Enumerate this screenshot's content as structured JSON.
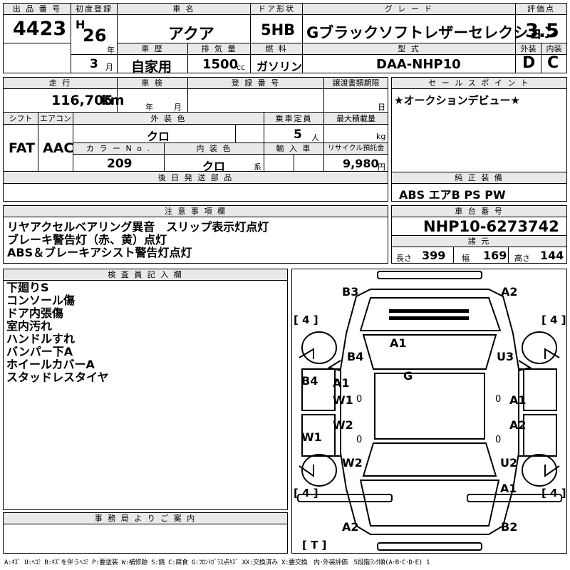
{
  "header": {
    "lot_no_label": "出 品 番 号",
    "lot_no": "4423",
    "first_reg_label": "初度登録",
    "era": "H",
    "reg_year": "26",
    "year_unit": "年",
    "reg_month": "3",
    "month_unit": "月",
    "car_name_label": "車 名",
    "car_name": "アクア",
    "door_label": "ドア形状",
    "door": "5HB",
    "grade_label": "グ レ ー ド",
    "grade": "Gブラックソフトレザーセレクション",
    "score_label": "評価点",
    "score": "3.5",
    "history_label": "車 歴",
    "history": "自家用",
    "displacement_label": "排 気 量",
    "displacement": "1500",
    "displacement_unit": "cc",
    "fuel_label": "燃 料",
    "fuel": "ガソリン",
    "model_label": "型 式",
    "model": "DAA-NHP10",
    "exterior_label": "外装",
    "exterior": "D",
    "interior_label": "内装",
    "interior": "C"
  },
  "row2": {
    "mileage_label": "走 行",
    "mileage": "116,705",
    "mileage_unit": "km",
    "inspection_label": "車 検",
    "year_unit": "年",
    "month_unit": "月",
    "plate_label": "登 録 番 号",
    "transfer_label": "譲渡書類期限",
    "day_unit": "日",
    "sales_label": "セ ー ル ス ポ イ ン ト",
    "sales_point": "★オークションデビュー★"
  },
  "row3": {
    "shift_label": "シフト",
    "shift": "FAT",
    "ac_label": "エアコン",
    "ac": "AAC",
    "color_label": "外 装 色",
    "color": "クロ",
    "capacity_label": "乗車定員",
    "capacity": "5",
    "capacity_unit": "人",
    "load_label": "最大積載量",
    "load_unit": "kg",
    "color_no_label": "カ ラ ー N o .",
    "color_no": "209",
    "int_color_label": "内 装 色",
    "int_color": "クロ",
    "int_color_unit": "系",
    "import_label": "輸 入 車",
    "recycle_label": "リサイクル預託金",
    "recycle": "9,980",
    "recycle_unit": "円"
  },
  "parts": {
    "parts_label": "後 日 発 送 部 品",
    "equip_label": "純 正 装 備",
    "equip": "ABS エアB PS PW"
  },
  "notes": {
    "label": "注 意 事 項 欄",
    "lines": [
      "リヤアクセルベアリング異音　スリップ表示灯点灯",
      "ブレーキ警告灯（赤、黄）点灯",
      "ABS＆ブレーキアシスト警告灯点灯"
    ]
  },
  "chassis": {
    "label": "車 台 番 号",
    "number": "NHP10-6273742",
    "spec_label": "諸 元",
    "length_label": "長さ",
    "length": "399",
    "width_label": "幅",
    "width": "169",
    "height_label": "高さ",
    "height": "144"
  },
  "inspector": {
    "label": "検 査 員 記 入 欄",
    "lines": [
      "下廻りS",
      "コンソール傷",
      "ドア内張傷",
      "室内汚れ",
      "ハンドルすれ",
      "バンパー下A",
      "ホイールカバーA",
      "スタッドレスタイヤ"
    ]
  },
  "diagram": {
    "marks": {
      "b3": "B3",
      "a2_top": "A2",
      "a1_roof": "A1",
      "b4_hood": "B4",
      "u3": "U3",
      "g": "G",
      "b4_side": "B4",
      "a1_left": "A1",
      "w1_left": "W1",
      "zero1": "0",
      "a1_right": "A1",
      "zero2": "0",
      "w2_left": "W2",
      "zero3": "0",
      "a2_right": "A2",
      "w1_bottom": "W1",
      "w2_bottom": "W2",
      "zero4": "0",
      "u2": "U2",
      "a1_bottom": "A1",
      "a2_bottom": "A2",
      "b2": "B2"
    },
    "tires": {
      "front_left": "[ 4 ]",
      "front_right": "[ 4 ]",
      "rear_left": "[ 4 ]",
      "rear_right": "[ 4 ]",
      "spare": "[ T ]"
    }
  },
  "office": {
    "label": "事 務 局 よ り ご 案 内"
  },
  "legend": {
    "text": "A:ｷｽﾞ U:ﾍｺﾐ B:ｷｽﾞを伴うﾍｺﾐ P:要塗装 W:補修跡 S:錆 C:腐食 G:ﾌﾛﾝﾄｶﾞﾗｽ点ｷｽﾞ XX:交換済み X:要交換　内･外装評価　5段階ﾗﾝｸ順(A･B･C･D･E) 1"
  }
}
